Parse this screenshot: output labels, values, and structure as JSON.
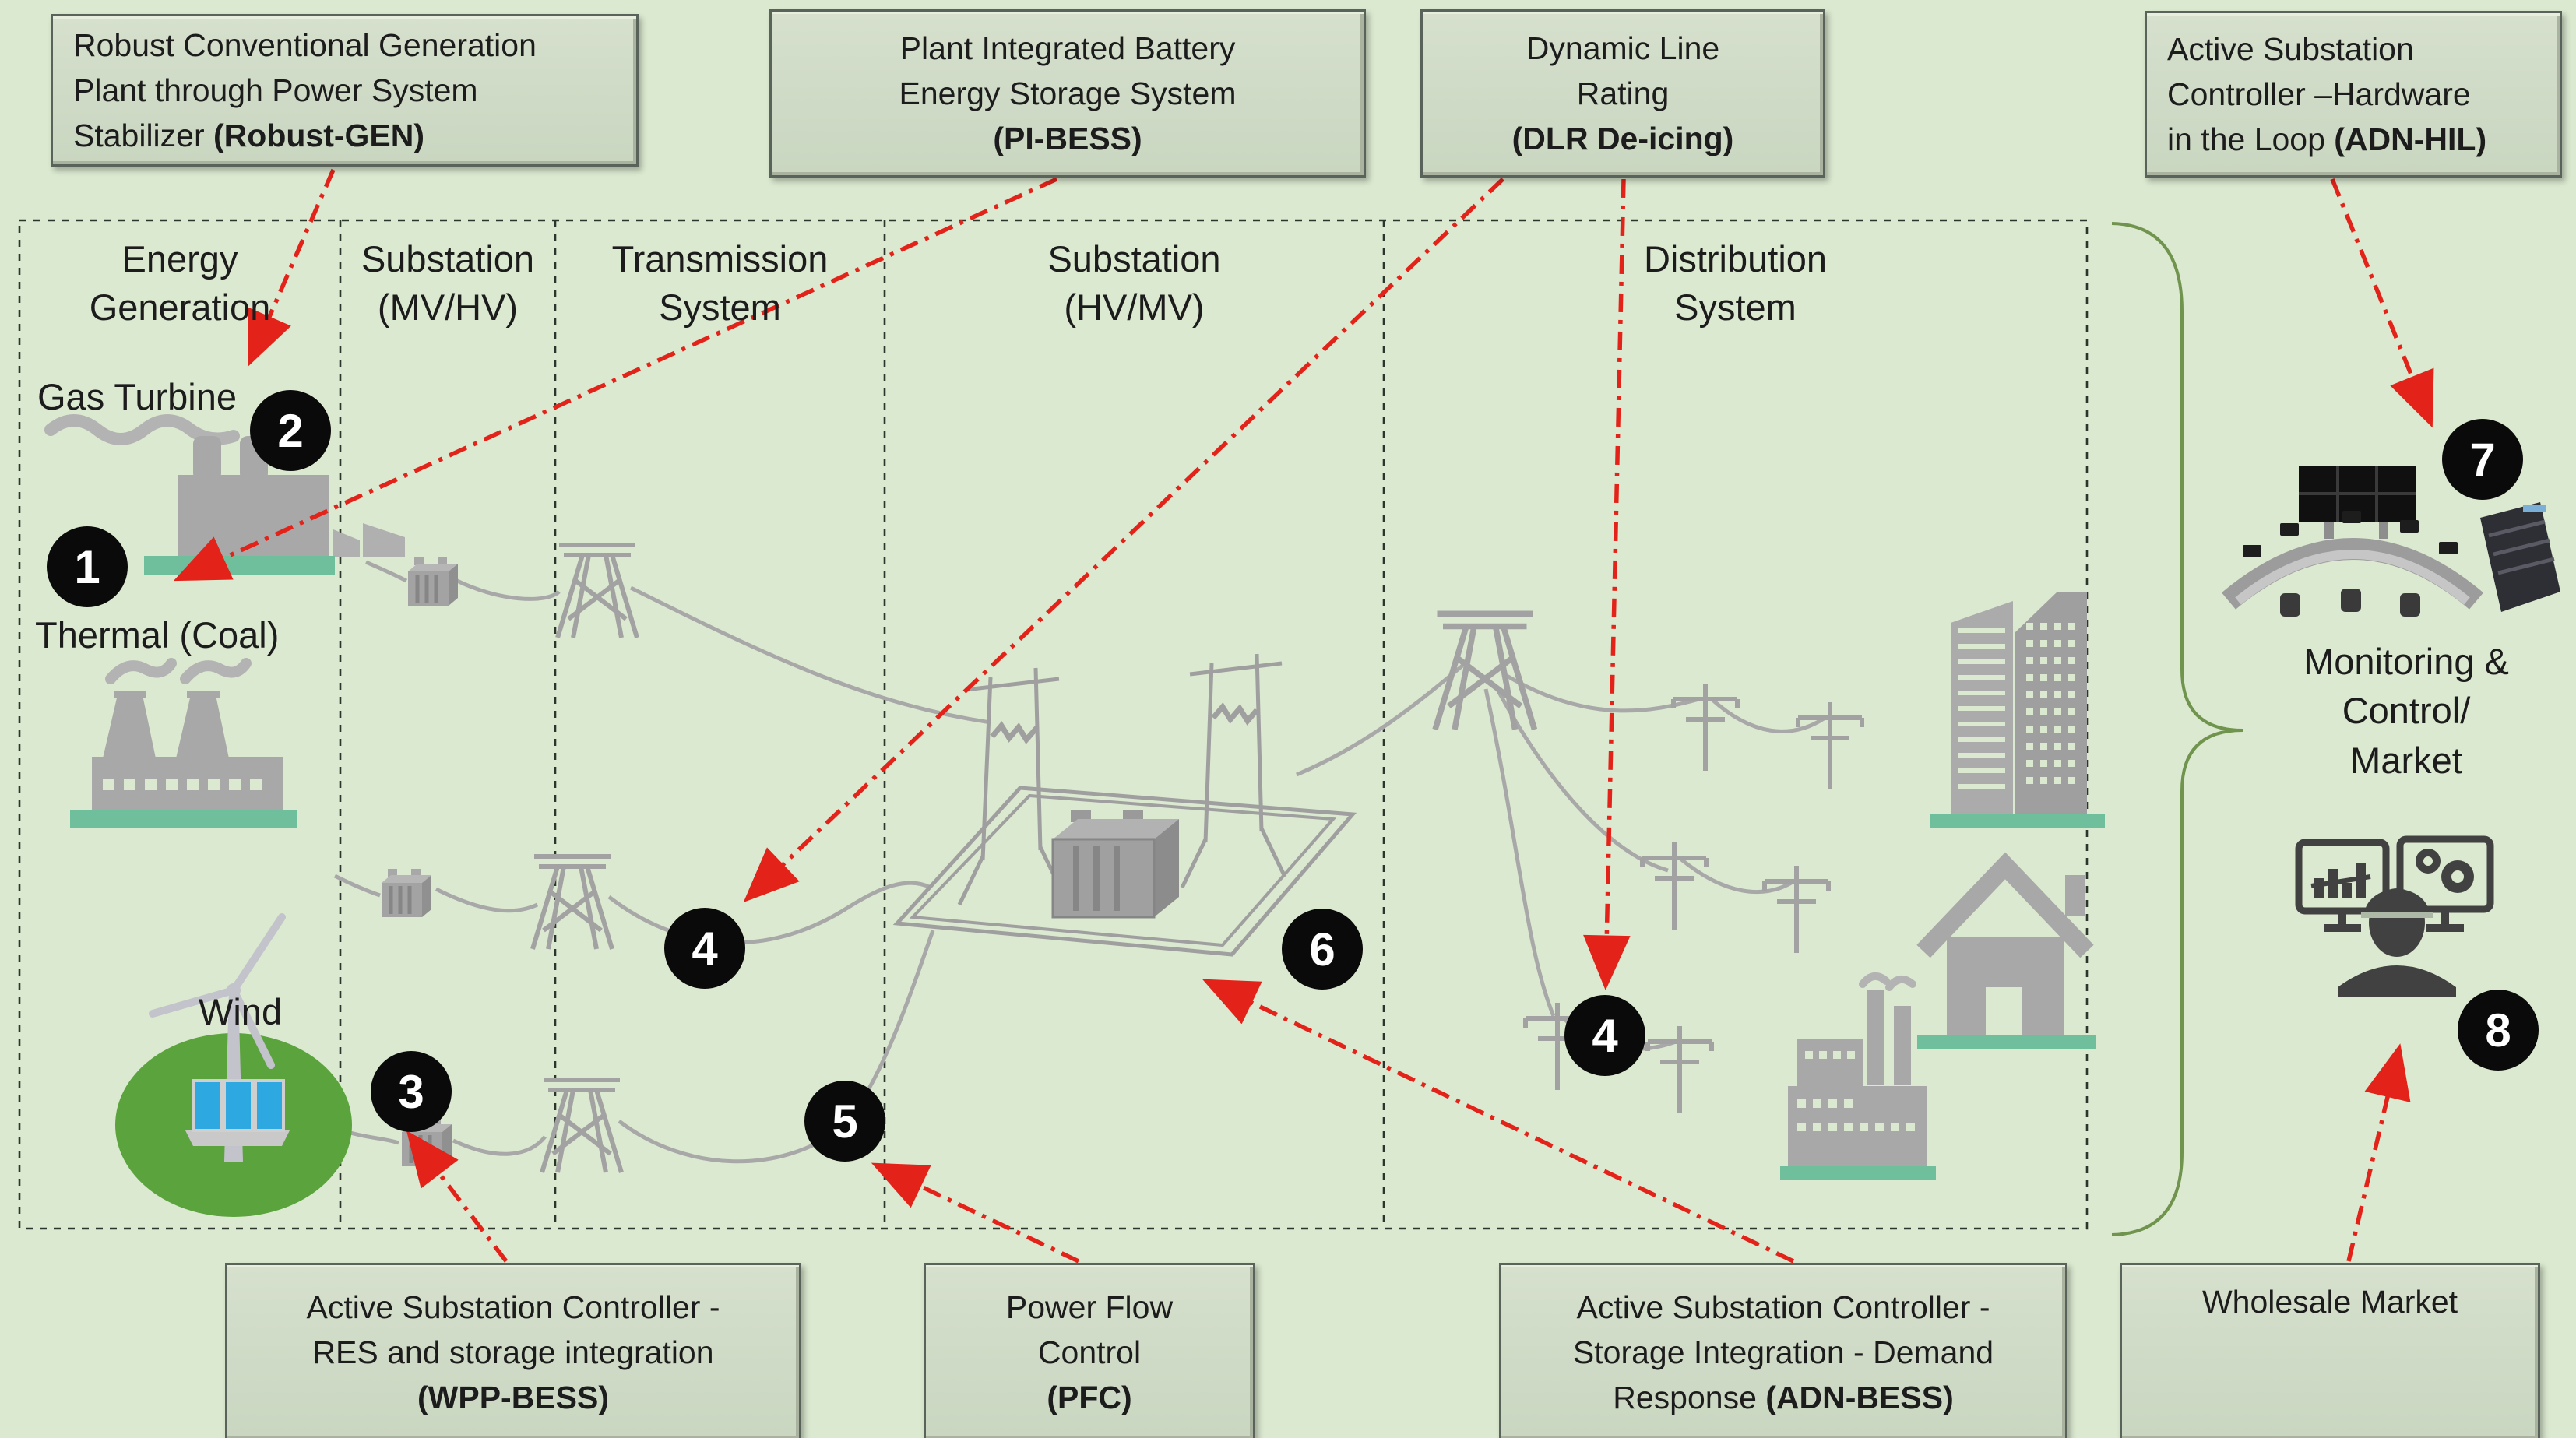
{
  "colors": {
    "background": "#dbe9d0",
    "box_fill": "#cdd9c5",
    "box_border": "#59635a",
    "badge_bg": "#0a0a0a",
    "badge_text": "#ffffff",
    "arrow_red": "#e32219",
    "wire_gray": "#a8a8a8",
    "base_green": "#6fbe9c",
    "wind_green": "#5ba33c",
    "panel_blue": "#2ea8e0",
    "brace_green": "#70944e"
  },
  "top_boxes": [
    {
      "id": "robust-gen",
      "text": "Robust Conventional Generation\nPlant through Power System\nStabilizer ",
      "acronym": "(Robust-GEN)"
    },
    {
      "id": "pi-bess",
      "text": "Plant Integrated Battery\nEnergy Storage System",
      "acronym": "(PI-BESS)"
    },
    {
      "id": "dlr",
      "text": "Dynamic Line\nRating",
      "acronym": "(DLR De-icing)"
    },
    {
      "id": "adn-hil",
      "text": "Active Substation\nController –Hardware\nin the Loop ",
      "acronym": "(ADN-HIL)"
    }
  ],
  "bottom_boxes": [
    {
      "id": "wpp-bess",
      "text": "Active Substation Controller -\nRES and storage integration",
      "acronym": "(WPP-BESS)"
    },
    {
      "id": "pfc",
      "text": "Power Flow\nControl",
      "acronym": "(PFC)"
    },
    {
      "id": "adn-bess",
      "text": "Active Substation Controller -\nStorage Integration - Demand\nResponse ",
      "acronym": "(ADN-BESS)"
    },
    {
      "id": "wholesale-market",
      "text": "Wholesale Market",
      "acronym": ""
    }
  ],
  "zones": [
    {
      "label": "Energy\nGeneration"
    },
    {
      "label": "Substation\n(MV/HV)"
    },
    {
      "label": "Transmission\nSystem"
    },
    {
      "label": "Substation\n(HV/MV)"
    },
    {
      "label": "Distribution\nSystem"
    }
  ],
  "labels": {
    "gas_turbine": "Gas Turbine",
    "thermal": "Thermal (Coal)",
    "wind": "Wind",
    "monitoring": "Monitoring &\nControl/\nMarket"
  },
  "badges": [
    {
      "value": "1"
    },
    {
      "value": "2"
    },
    {
      "value": "3"
    },
    {
      "value": "4"
    },
    {
      "value": "5"
    },
    {
      "value": "6"
    },
    {
      "value": "4"
    },
    {
      "value": "7"
    },
    {
      "value": "8"
    }
  ],
  "icons": {
    "gas_turbine_plant": "gas-turbine-plant-icon",
    "thermal_plant": "thermal-coal-plant-icon",
    "wind_farm": "wind-farm-icon",
    "transformer": "transformer-icon",
    "transmission_tower": "transmission-tower-icon",
    "substation_platform": "substation-platform-icon",
    "battery_storage": "battery-storage-icon",
    "distribution_pole": "distribution-pole-icon",
    "city_buildings": "city-buildings-icon",
    "house": "house-icon",
    "factory": "factory-icon",
    "control_room": "control-room-icon",
    "server_rack": "server-rack-icon",
    "operator": "operator-with-monitors-icon"
  }
}
